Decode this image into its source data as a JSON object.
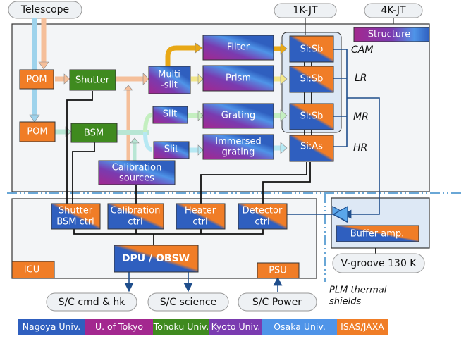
{
  "colors": {
    "nagoya": "#2f5fbf",
    "tokyo": "#a3288f",
    "tohoku": "#3f8a1f",
    "kyoto": "#7a3bb0",
    "osaka": "#4f94e8",
    "isas": "#f07d27",
    "frame_bg": "#f3f5f7",
    "cold_bg": "#dde8f5",
    "line": "#111111",
    "signal_line": "#1f4e8c",
    "thermal_dash": "#6aa7d6"
  },
  "external": {
    "telescope": "Telescope",
    "jt1k": "1K-JT",
    "jt4k": "4K-JT",
    "cmd_hk": "S/C cmd & hk",
    "science": "S/C science",
    "power": "S/C Power",
    "vgroove": "V-groove 130 K"
  },
  "optics": {
    "pom1": "POM",
    "pom2": "POM",
    "shutter": "Shutter",
    "bsm": "BSM",
    "multislit_line1": "Multi",
    "multislit_line2": "-slit",
    "slit1": "Slit",
    "slit2": "Slit",
    "filter": "Filter",
    "prism": "Prism",
    "grating": "Grating",
    "immersed_line1": "Immersed",
    "immersed_line2": "grating",
    "calib_line1": "Calibration",
    "calib_line2": "sources",
    "structure": "Structure"
  },
  "detectors": [
    {
      "label": "Si:Sb",
      "channel": "CAM"
    },
    {
      "label": "Si:Sb",
      "channel": "LR"
    },
    {
      "label": "Si:Sb",
      "channel": "MR"
    },
    {
      "label": "Si:As",
      "channel": "HR"
    }
  ],
  "electronics": {
    "shutter_ctrl_line1": "Shutter",
    "shutter_ctrl_line2": "BSM ctrl",
    "calib_ctrl_line1": "Calibration",
    "calib_ctrl_line2": "ctrl",
    "heater_ctrl_line1": "Heater",
    "heater_ctrl_line2": "ctrl",
    "detector_ctrl_line1": "Detector",
    "detector_ctrl_line2": "ctrl",
    "dpu": "DPU / OBSW",
    "icu": "ICU",
    "psu": "PSU",
    "buffer_amp": "Buffer  amp."
  },
  "annotations": {
    "plm_line1": "PLM thermal",
    "plm_line2": "shields"
  },
  "legend": [
    {
      "label": "Nagoya Univ.",
      "color": "#2f5fbf"
    },
    {
      "label": "U. of Tokyo",
      "color": "#a3288f"
    },
    {
      "label": "Tohoku Univ.",
      "color": "#3f8a1f"
    },
    {
      "label": "Kyoto Univ.",
      "color": "#7a3bb0"
    },
    {
      "label": "Osaka Univ.",
      "color": "#4f94e8"
    },
    {
      "label": "ISAS/JAXA",
      "color": "#f07d27"
    }
  ]
}
